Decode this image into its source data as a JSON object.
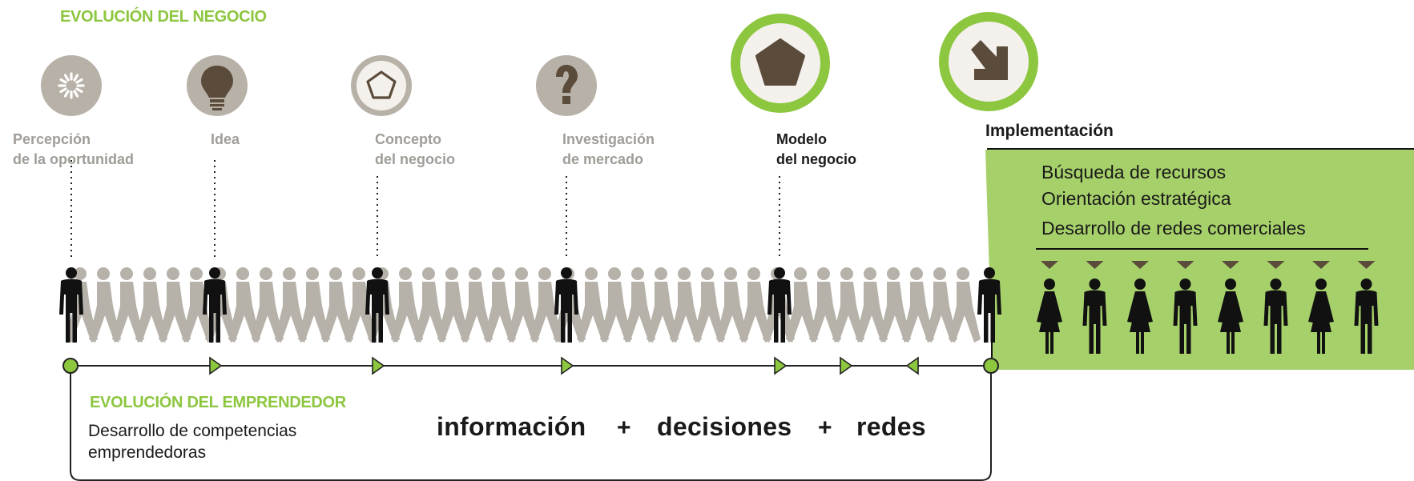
{
  "header": {
    "title": "EVOLUCIÓN DEL NEGOCIO"
  },
  "stages": [
    {
      "line1": "Percepción",
      "line2": "de la oportunidad",
      "icon": "sunburst-icon",
      "highlight": false
    },
    {
      "line1": "Idea",
      "line2": "",
      "icon": "lightbulb-icon",
      "highlight": false
    },
    {
      "line1": "Concepto",
      "line2": "del negocio",
      "icon": "pentagon-outline-icon",
      "highlight": false
    },
    {
      "line1": "Investigación",
      "line2": "de mercado",
      "icon": "question-mark-icon",
      "highlight": false
    },
    {
      "line1": "Modelo",
      "line2": "del negocio",
      "icon": "pentagon-solid-icon",
      "highlight": true
    }
  ],
  "implementation": {
    "title": "Implementación",
    "icon": "diagonal-arrow-icon",
    "items": [
      "Búsqueda de recursos",
      "Orientación estratégica",
      "Desarrollo de redes comerciales"
    ]
  },
  "emprendedor": {
    "title": "EVOLUCIÓN DEL EMPRENDEDOR",
    "line1": "Desarrollo de competencias",
    "line2": "emprendedoras"
  },
  "formula": {
    "a": "información",
    "plus1": "+",
    "b": "decisiones",
    "plus2": "+",
    "c": "redes"
  },
  "colors": {
    "green": "#8dc63f",
    "panel": "#a6d06a",
    "grey": "#b6b2aa",
    "dark": "#111111",
    "icon_bg": "#b8b1a8",
    "brown": "#5b4b3a"
  }
}
